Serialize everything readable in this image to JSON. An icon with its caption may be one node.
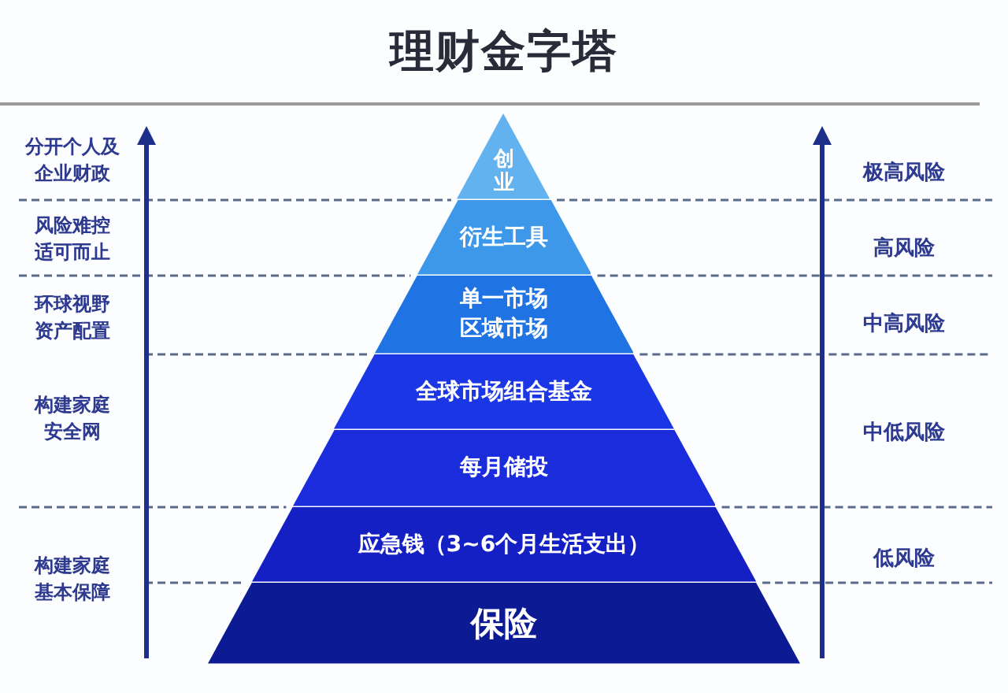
{
  "diagram": {
    "title": "理财金字塔",
    "nodes": [
      {
        "text": [
          "创业"
        ]
      },
      {
        "text": [
          "衍生工具"
        ]
      },
      {
        "text": [
          "单一市场",
          "区域市场"
        ]
      },
      {
        "text": [
          "全球市场组合基金"
        ]
      },
      {
        "text": [
          "每月储投"
        ]
      },
      {
        "text": [
          "应急钱（3~6个月生活支出）"
        ]
      },
      {
        "text": [
          "保险"
        ]
      }
    ],
    "labels": [
      "分开个人及企业财政",
      "极高风险",
      "风险难控适可而止",
      "高风险",
      "环球视野资产配置",
      "中高风险",
      "构建家庭安全网",
      "中低风险",
      "构建家庭基本保障",
      "低风险"
    ]
  }
}
